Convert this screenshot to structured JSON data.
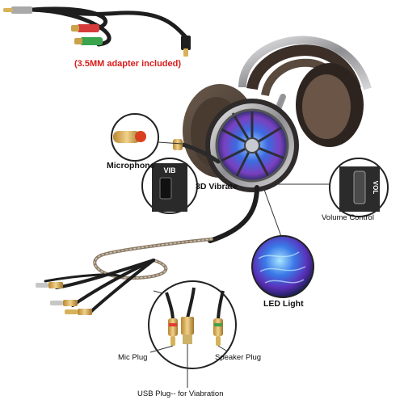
{
  "adapter_note": "(3.5MM adapter included)",
  "labels": {
    "microphone": "Microphone",
    "vibrate": "3D Vibrate",
    "volume_control": "Volume Control",
    "led_light": "LED Light",
    "mic_plug": "Mic Plug",
    "speaker_plug": "Speaker Plug",
    "usb_plug": "USB Plug-- for Viabration"
  },
  "switch_text": {
    "vib": "VIB",
    "vol": "VOL"
  },
  "colors": {
    "adapter_note": "#d81b1b",
    "mic_plug_ring": "#e53935",
    "speaker_plug_ring": "#43a047",
    "cable": "#8a7a66",
    "led_blue": "#2c5bd6"
  }
}
